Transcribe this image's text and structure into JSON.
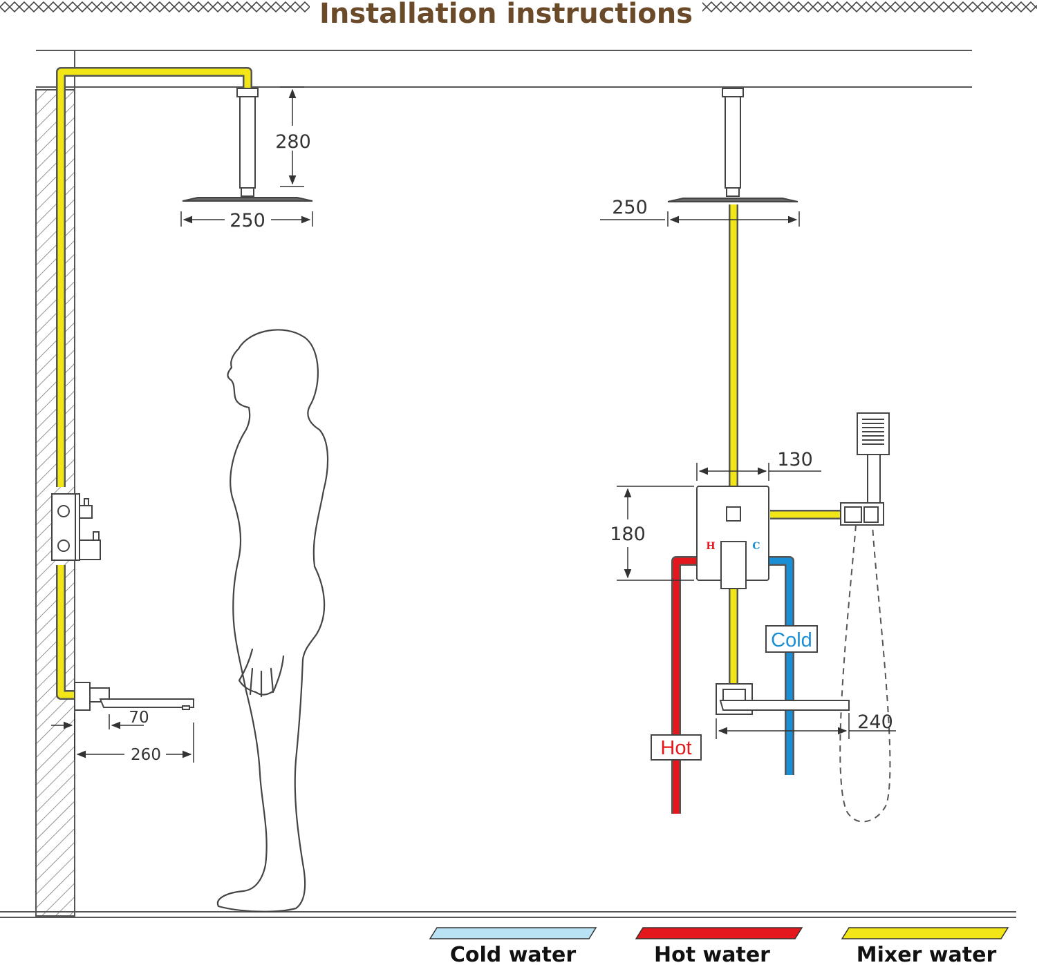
{
  "title": "Installation instructions",
  "colors": {
    "title": "#6b4a2a",
    "mixer": "#f2e619",
    "hot": "#e3171c",
    "cold": "#1a8fd6",
    "cold_legend": "#b9e3f5",
    "line": "#555555"
  },
  "dimensions": {
    "head_height": "280",
    "head_width_left": "250",
    "head_width_right": "250",
    "valve_width": "130",
    "valve_height": "180",
    "spout_offset": "70",
    "spout_length": "260",
    "spout_length_right": "240"
  },
  "valve_labels": {
    "hot_mark": "H",
    "cold_mark": "C"
  },
  "pipe_tags": {
    "cold": "Cold",
    "hot": "Hot"
  },
  "legend": [
    {
      "label": "Cold water",
      "color": "#b9e3f5"
    },
    {
      "label": "Hot water",
      "color": "#e3171c"
    },
    {
      "label": "Mixer water",
      "color": "#f2e619"
    }
  ]
}
